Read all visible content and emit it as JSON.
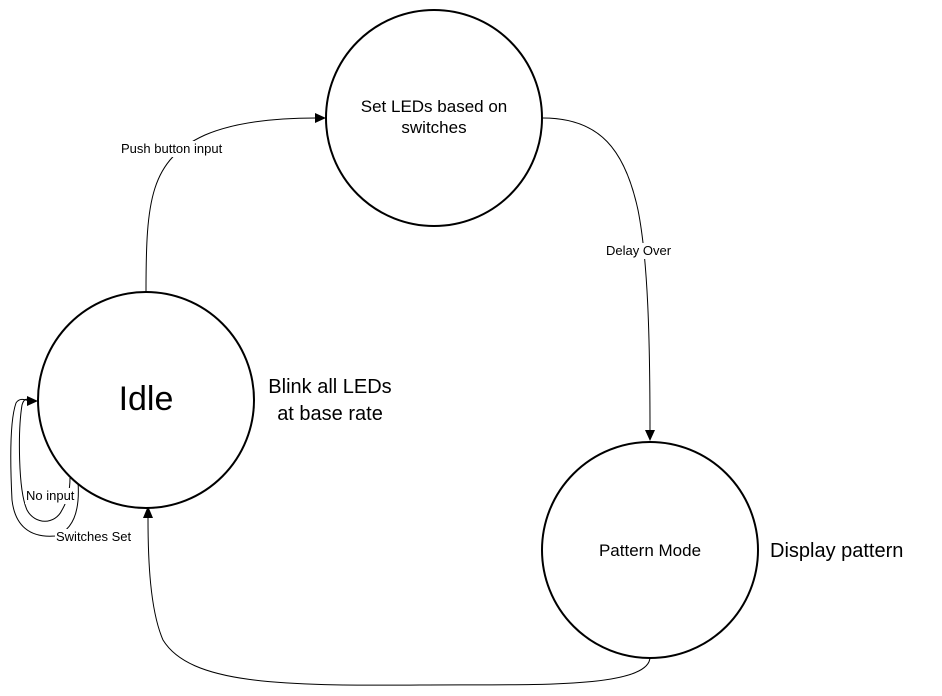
{
  "states": {
    "idle": {
      "label": "Idle",
      "note": "Blink all LEDs\nat base rate"
    },
    "set_leds": {
      "label": "Set LEDs based on\nswitches"
    },
    "pattern_mode": {
      "label": "Pattern Mode",
      "note": "Display pattern"
    }
  },
  "transitions": {
    "idle_to_set": {
      "label": "Push button input"
    },
    "set_to_pattern": {
      "label": "Delay Over"
    },
    "pattern_to_idle": {
      "label": ""
    },
    "idle_self_no_input": {
      "label": "No input"
    },
    "idle_self_switches": {
      "label": "Switches Set"
    }
  }
}
